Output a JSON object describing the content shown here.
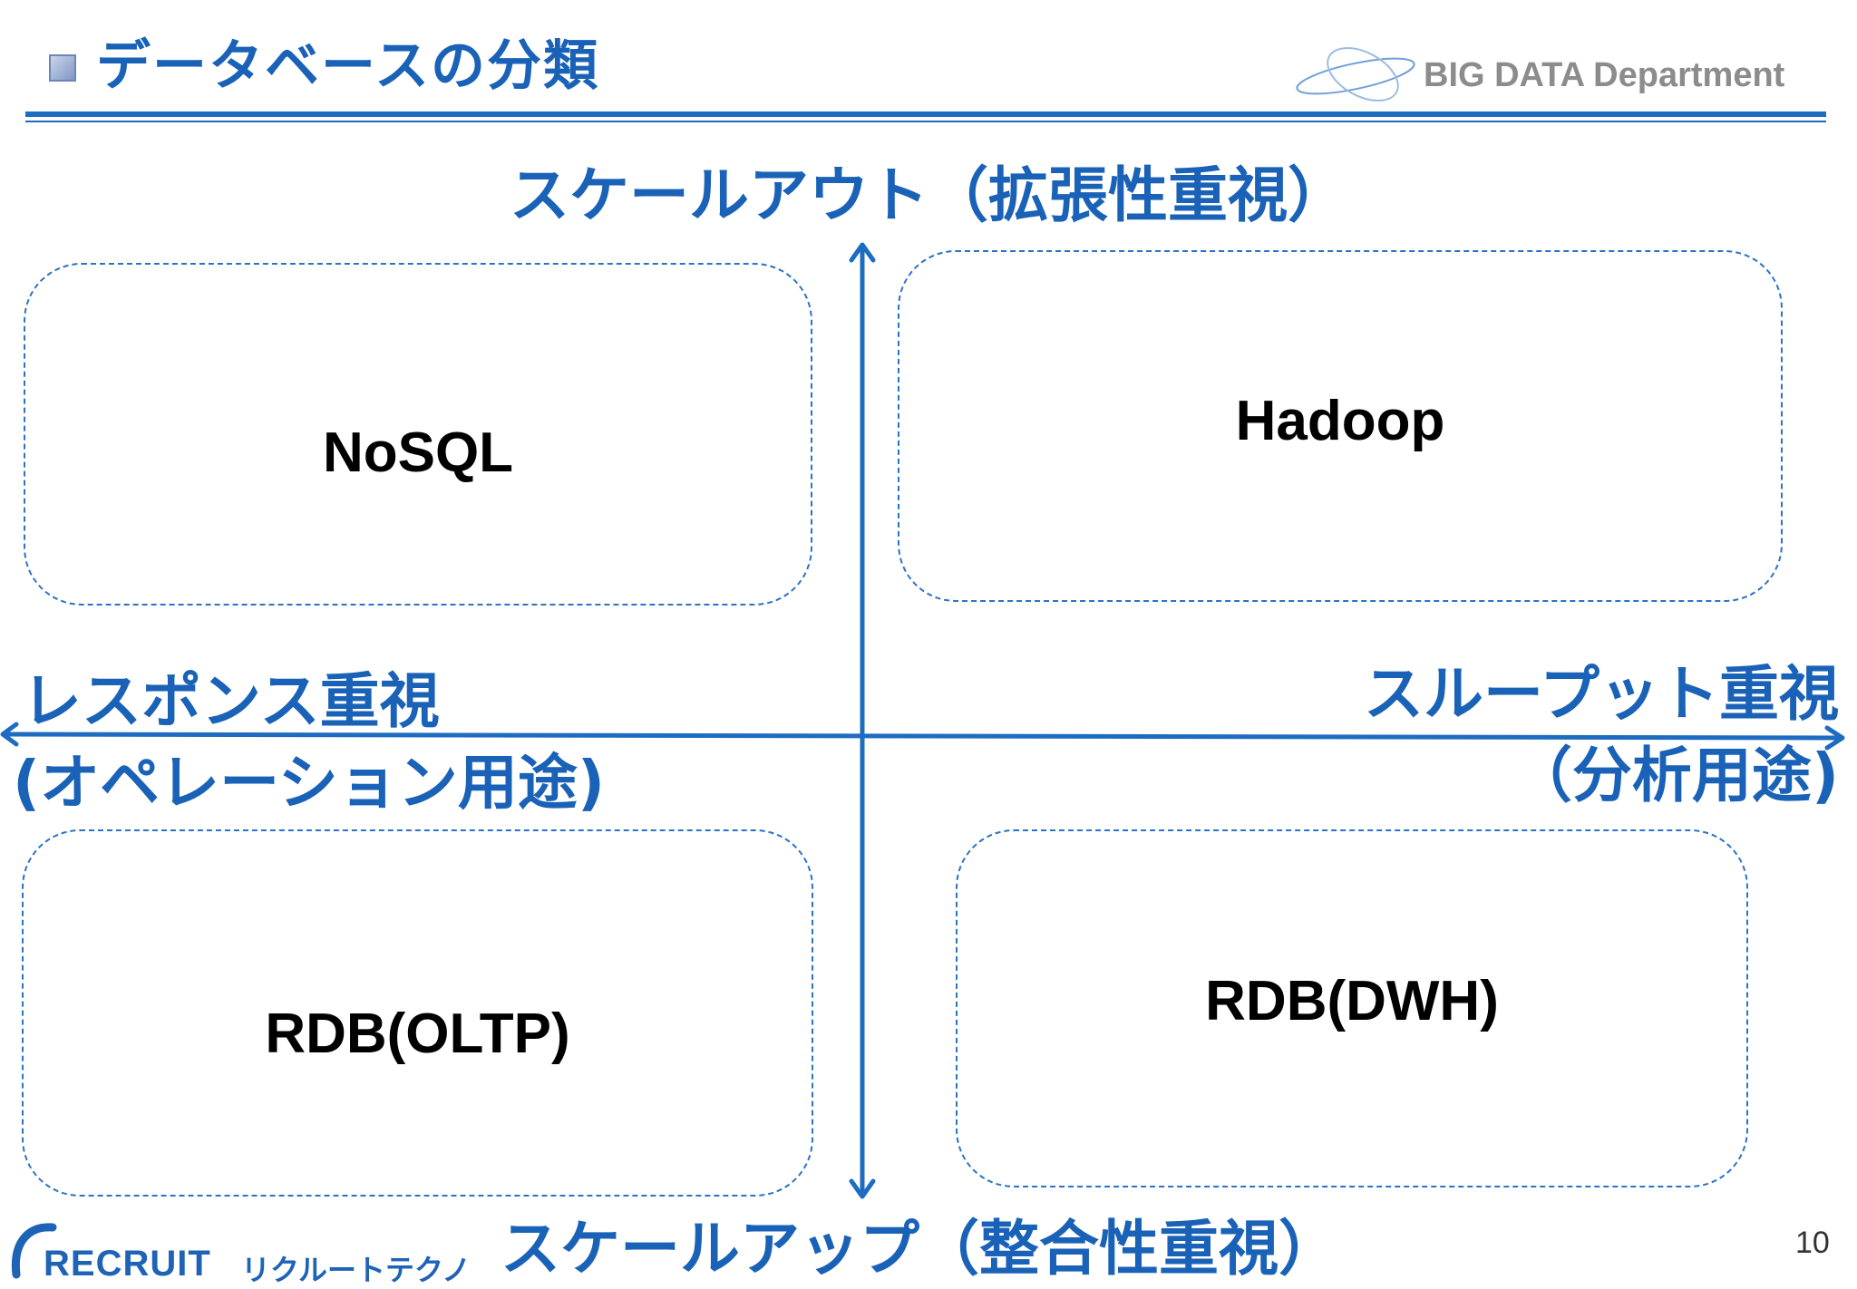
{
  "header": {
    "title": "データベースの分類",
    "department": "BIG DATA Department"
  },
  "axes": {
    "top_label": "スケールアウト（拡張性重視）",
    "bottom_label": "スケールアップ（整合性重視）",
    "left_label_line1": "レスポンス重視",
    "left_label_line2": "(オペレーション用途)",
    "right_label_line1": "スループット重視",
    "right_label_line2": "（分析用途)"
  },
  "quadrants": {
    "top_left": "NoSQL",
    "top_right": "Hadoop",
    "bottom_left": "RDB(OLTP)",
    "bottom_right": "RDB(DWH)"
  },
  "footer": {
    "company": "RECRUIT",
    "company_kana": "リクルートテクノ",
    "page_number": "10"
  },
  "colors": {
    "accent": "#1a62b7",
    "axis_line": "#1d6cc1",
    "quadrant_border": "#2b73c4",
    "department_text": "#8c8c8c"
  },
  "icons": [
    "title-square-icon",
    "department-swoosh-icon",
    "recruit-logo-icon"
  ]
}
